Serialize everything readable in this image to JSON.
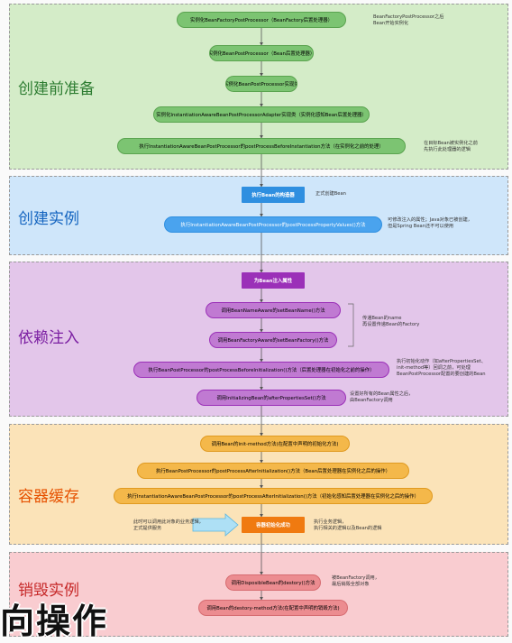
{
  "colors": {
    "green_bg": "#d4ecc8",
    "green_node": "#7cc472",
    "blue_bg": "#cfe6fa",
    "blue_node": "#2f8fe0",
    "purple_bg": "#e3c6ea",
    "purple_node": "#c07ad2",
    "purple_rect": "#9b30b8",
    "orange_bg": "#fbe3b8",
    "orange_node": "#f4b84a",
    "orange_rect": "#f07a10",
    "pink_bg": "#f9ccd0",
    "pink_node": "#ec8c90"
  },
  "sections": {
    "prepare": {
      "title": "创建前准备",
      "n1": "实例化BeanFactoryPostProcessor（BeanFactory后置处理器）",
      "n2": "实例化BeanPostProcessor（Bean后置处理器）",
      "n3": "实例化BeanPostProcessor实现类",
      "n4": "实例化InstantiationAwareBeanPostProcessorAdapter实现类（实例化感知Bean后置处理器）",
      "n5": "执行InstantiationAwareBeanPostProcessor的postProcessBeforeInstantiation方法（在实例化之前的处理）",
      "note1": "BeanFactoryPostProcessor之后\nBean开始实例化",
      "note2": "在目标Bean被实例化之前\n先执行此处理器的逻辑"
    },
    "create": {
      "title": "创建实例",
      "n1": "执行Bean的构造器",
      "n2": "执行InstantiationAwareBeanPostProcessor的postProcessPropertyValues()方法",
      "note1": "正式创建Bean",
      "note2": "可修改注入的属性；Java对象已被创建，\n但是Spring Bean还不可以使用"
    },
    "inject": {
      "title": "依赖注入",
      "n1": "为Bean注入属性",
      "n2": "调用BeanNameAware的setBeanName()方法",
      "n3": "调用BeanFactoryAware的setBeanFactory()方法",
      "n4": "执行BeanPostProcessor的postProcessBeforeInitialization()方法（后置处理器在初始化之前的操作）",
      "n5": "调用InitializingBean的afterPropertiesSet()方法",
      "note1": "传递Bean的name\n再设置传递Bean的Factory",
      "note2": "执行初始化动作（如afterPropertiesSet、\ninit-method等）回调之前，可处理\nBeanPostProcessor配置的要创建的Bean",
      "note3": "设置好所有的Bean属性之后，\n由BeanFactory调用"
    },
    "cache": {
      "title": "容器缓存",
      "n1": "调用Bean的init-method方法(在配置中声明的初始化方法)",
      "n2": "执行BeanPostProcessor的postProcessAfterInitialization()方法（Bean后置处理器在实例化之后的操作）",
      "n3": "执行InstantiationAwareBeanPostProcessor的postProcessAfterInitialization()方法（初始化感知后置处理器在实例化之后的操作）",
      "n4": "容器初始化成功",
      "note1": "此时可以调用此对象的业务逻辑，\n正式提供服务",
      "note2": "执行业务逻辑，\n执行相关的逻辑以及Bean的逻辑"
    },
    "destroy": {
      "title": "销毁实例",
      "n1": "调用DisposibleBean的destory()方法",
      "n2": "调用Bean的destory-method方法(在配置中声明的销毁方法)",
      "note1": "被BeanFactory调用，\n最后销毁全部对象"
    }
  },
  "overlay_text": "向操作"
}
